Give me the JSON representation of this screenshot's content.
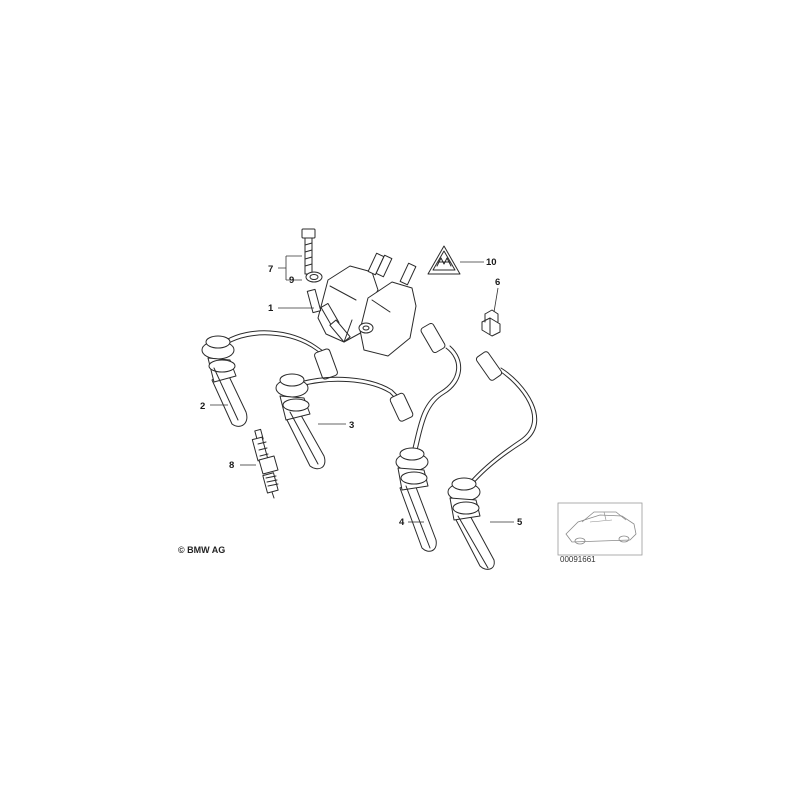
{
  "callouts": {
    "c1": "1",
    "c2": "2",
    "c3": "3",
    "c4": "4",
    "c5": "5",
    "c6": "6",
    "c7": "7",
    "c8": "8",
    "c9": "9",
    "c10": "10"
  },
  "footer": {
    "copyright": "© BMW AG",
    "document_number": "00091661"
  }
}
